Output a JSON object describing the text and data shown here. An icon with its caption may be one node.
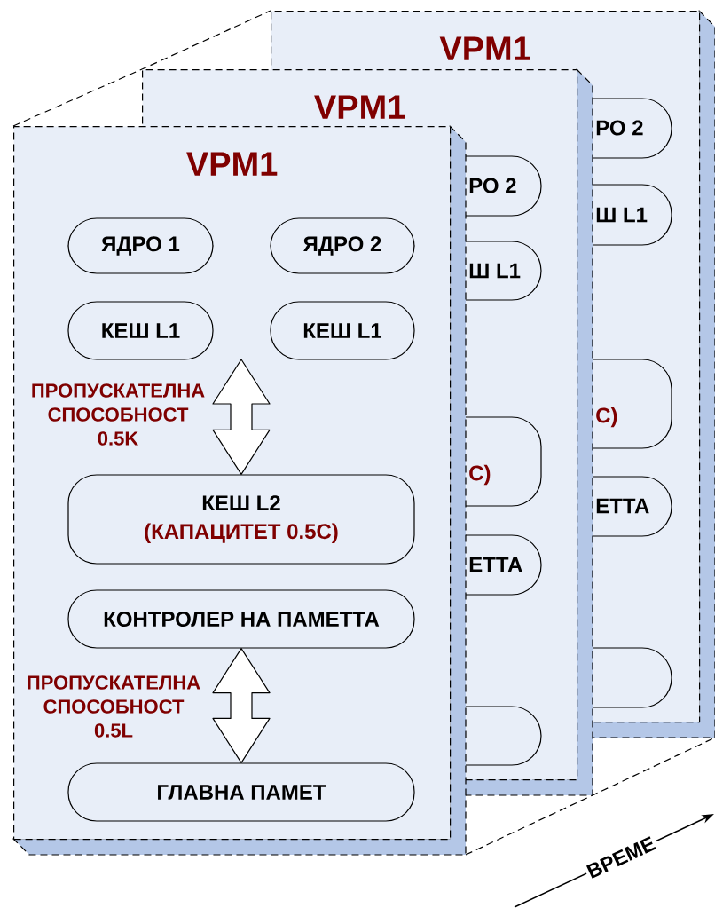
{
  "diagram": {
    "nodes": [
      {
        "text": [
          "VPM1"
        ]
      },
      {
        "text": [
          "РО 2"
        ],
        "in": 0
      },
      {
        "text": [
          "Ш L1"
        ],
        "in": 0
      },
      {
        "text": [
          "C)"
        ],
        "in": 0
      },
      {
        "text": [
          "ЕТТА"
        ],
        "in": 0
      },
      {
        "text": [],
        "shape": "box",
        "in": 0
      },
      {
        "text": [
          "VPM1"
        ]
      },
      {
        "text": [
          "РО 2"
        ],
        "in": 6
      },
      {
        "text": [
          "Ш L1"
        ],
        "in": 6
      },
      {
        "text": [
          "C)"
        ],
        "in": 6
      },
      {
        "text": [
          "ЕТТА"
        ],
        "in": 6
      },
      {
        "text": [],
        "shape": "box",
        "in": 6
      },
      {
        "text": [
          "VPM1"
        ]
      },
      {
        "text": [
          "ЯДРО 1"
        ],
        "in": 12
      },
      {
        "text": [
          "ЯДРО 2"
        ],
        "in": 12
      },
      {
        "text": [
          "КЕШ L1"
        ],
        "in": 12
      },
      {
        "text": [
          "КЕШ L1"
        ],
        "in": 12
      },
      {
        "text": [
          "КЕШ L2",
          "(КАПАЦИТЕТ 0.5C)"
        ],
        "in": 12
      },
      {
        "text": [
          "КОНТРОЛЕР НА ПАМЕТТА"
        ],
        "in": 12
      },
      {
        "text": [
          "ГЛАВНА ПАМЕТ"
        ],
        "in": 12
      }
    ],
    "edges": [
      {
        "from": null,
        "to": 17,
        "arrow": "both",
        "label": "ПРОПУСКАТЕЛНА СПОСОБНОСТ 0.5K"
      },
      {
        "from": 18,
        "to": 19,
        "arrow": "both",
        "label": "ПРОПУСКАТЕЛНА СПОСОБНОСТ 0.5L"
      }
    ],
    "labels": [
      "ВРЕМЕ"
    ]
  }
}
